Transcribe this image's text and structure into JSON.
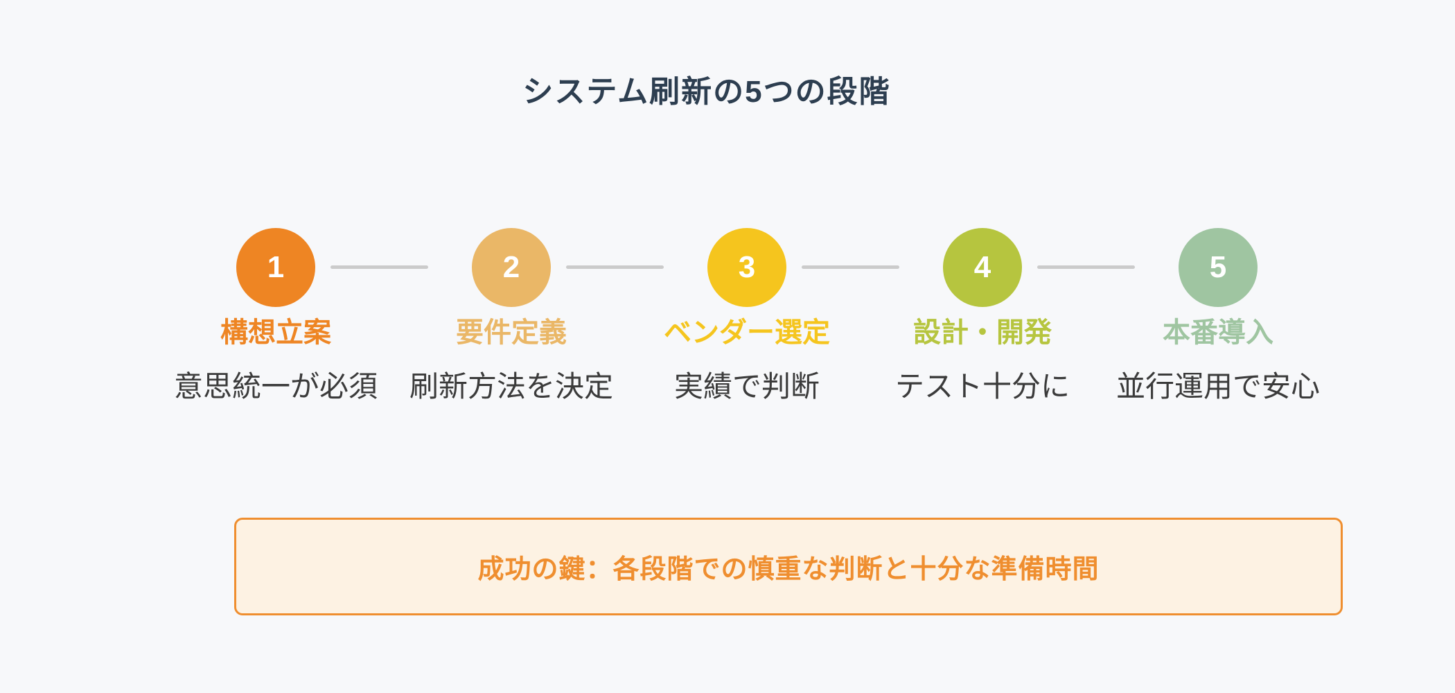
{
  "title": "システム刷新の5つの段階",
  "steps": [
    {
      "number": "1",
      "label": "構想立案",
      "description": "意思統一が必須",
      "color": "#EE8523"
    },
    {
      "number": "2",
      "label": "要件定義",
      "description": "刷新方法を決定",
      "color": "#EAB767"
    },
    {
      "number": "3",
      "label": "ベンダー選定",
      "description": "実績で判断",
      "color": "#F5C51E"
    },
    {
      "number": "4",
      "label": "設計・開発",
      "description": "テスト十分に",
      "color": "#B6C53F"
    },
    {
      "number": "5",
      "label": "本番導入",
      "description": "並行運用で安心",
      "color": "#9FC5A1"
    }
  ],
  "key_message": "成功の鍵：各段階での慎重な判断と十分な準備時間",
  "colors": {
    "background": "#F7F8FA",
    "title": "#2D3E50",
    "description": "#3B3B3B",
    "number": "#FFFFFF",
    "connector": "#CBCBCB",
    "accent": "#EF8E2F",
    "key_box_bg": "#FDF2E3"
  }
}
